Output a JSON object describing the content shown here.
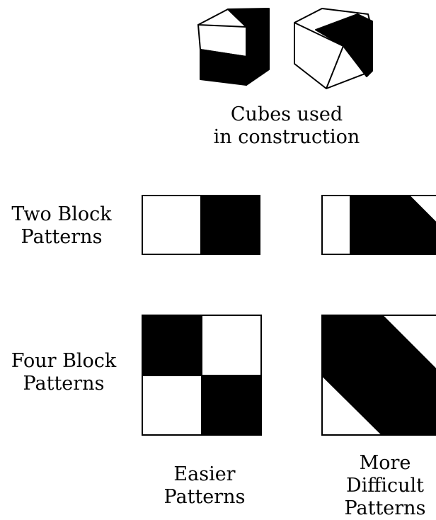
{
  "cubes_caption": {
    "line1": "Cubes used",
    "line2": "in construction"
  },
  "rows": {
    "two_block": {
      "line1": "Two Block",
      "line2": "Patterns"
    },
    "four_block": {
      "line1": "Four Block",
      "line2": "Patterns"
    }
  },
  "columns": {
    "easier": {
      "line1": "Easier",
      "line2": "Patterns"
    },
    "difficult": {
      "line1": "More",
      "line2": "Difficult",
      "line3": "Patterns"
    }
  },
  "colors": {
    "ink": "#000000",
    "paper": "#ffffff"
  }
}
